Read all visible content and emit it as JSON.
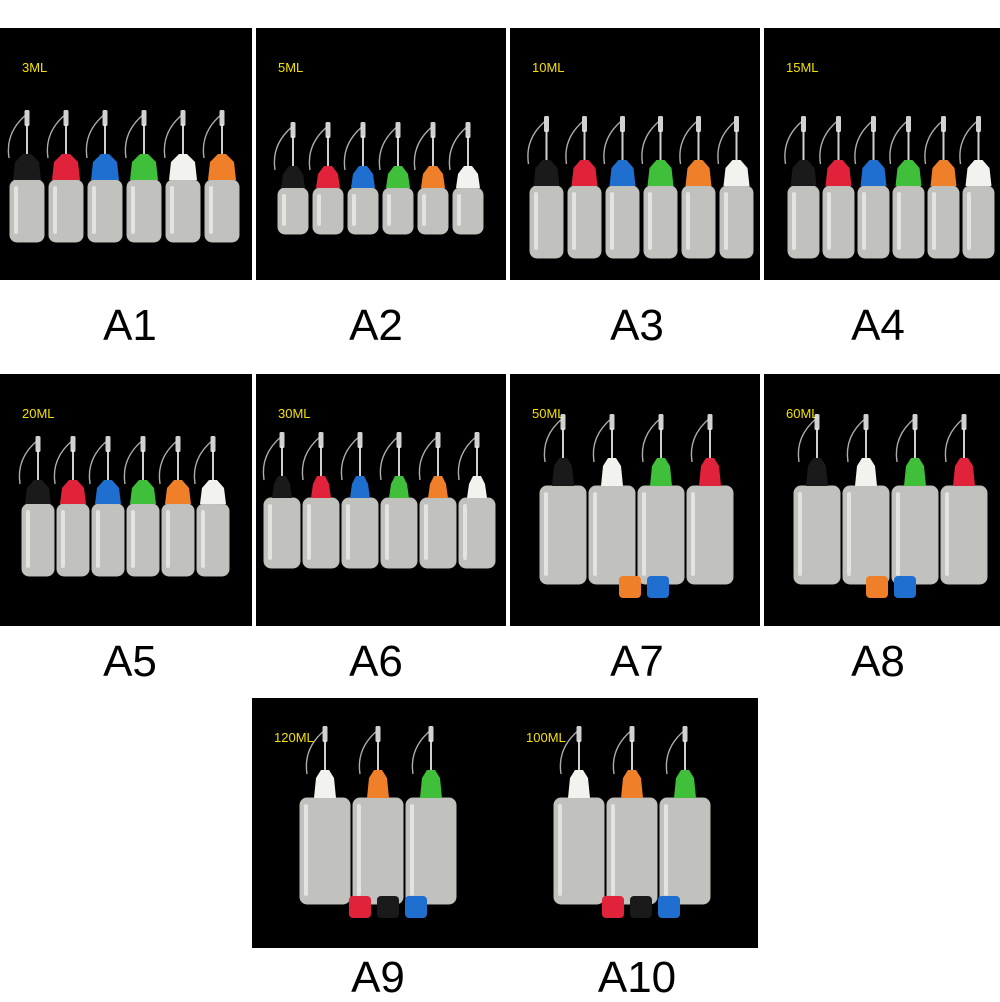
{
  "variants": [
    {
      "code": "A1",
      "volume": "3ML",
      "caps": [
        "black",
        "red",
        "blue",
        "green",
        "white",
        "orange"
      ]
    },
    {
      "code": "A2",
      "volume": "5ML",
      "caps": [
        "black",
        "red",
        "blue",
        "green",
        "orange",
        "white"
      ]
    },
    {
      "code": "A3",
      "volume": "10ML",
      "caps": [
        "black",
        "red",
        "blue",
        "green",
        "orange",
        "white"
      ]
    },
    {
      "code": "A4",
      "volume": "15ML",
      "caps": [
        "black",
        "red",
        "blue",
        "green",
        "orange",
        "white"
      ]
    },
    {
      "code": "A5",
      "volume": "20ML",
      "caps": [
        "black",
        "red",
        "blue",
        "green",
        "orange",
        "white"
      ]
    },
    {
      "code": "A6",
      "volume": "30ML",
      "caps": [
        "black",
        "red",
        "blue",
        "green",
        "orange",
        "white"
      ]
    },
    {
      "code": "A7",
      "volume": "50ML",
      "caps": [
        "black",
        "white",
        "green",
        "red"
      ],
      "loose_caps": [
        "orange",
        "blue"
      ]
    },
    {
      "code": "A8",
      "volume": "60ML",
      "caps": [
        "black",
        "white",
        "green",
        "red"
      ],
      "loose_caps": [
        "orange",
        "blue"
      ]
    },
    {
      "code": "A9",
      "volume": "120ML",
      "caps": [
        "white",
        "orange",
        "green"
      ],
      "loose_caps": [
        "red",
        "black",
        "blue"
      ]
    },
    {
      "code": "A10",
      "volume": "100ML",
      "caps": [
        "white",
        "orange",
        "green"
      ],
      "loose_caps": [
        "red",
        "black",
        "blue"
      ]
    }
  ],
  "colors": {
    "black": "#1a1a1a",
    "red": "#e0233a",
    "blue": "#1f6fd0",
    "green": "#3fbf3a",
    "white": "#f2f2ee",
    "orange": "#f07f2a",
    "label_yellow": "#f4e000"
  }
}
